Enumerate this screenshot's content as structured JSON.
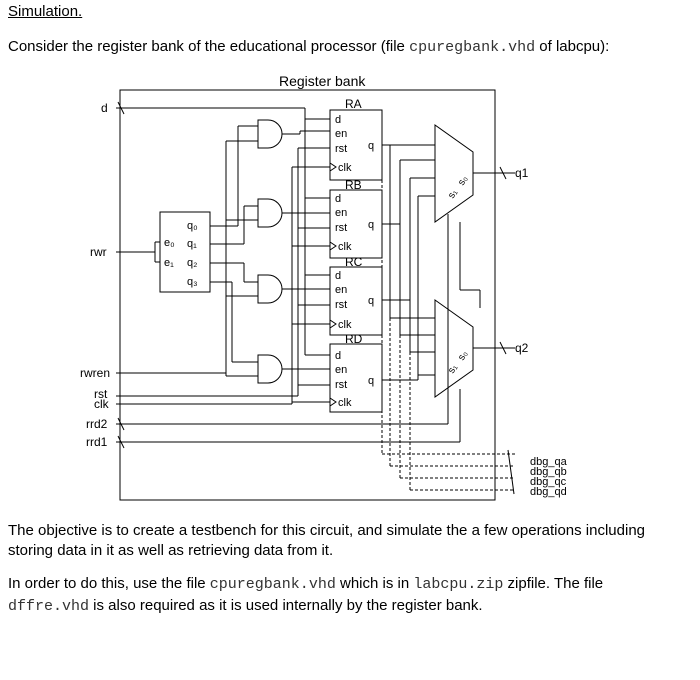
{
  "heading": "Simulation.",
  "intro": {
    "before": "Consider the register bank of the educational processor (file ",
    "file": "cpuregbank.vhd",
    "after": " of labcpu):"
  },
  "diagram": {
    "title": "Register bank",
    "inputs": {
      "d": "d",
      "rwr": "rwr",
      "rwren": "rwren",
      "rst": "rst",
      "clk": "clk",
      "rrd2": "rrd2",
      "rrd1": "rrd1"
    },
    "registers": [
      {
        "name": "RA",
        "d": "d",
        "en": "en",
        "rst": "rst",
        "q": "q",
        "clk": "clk"
      },
      {
        "name": "RB",
        "d": "d",
        "en": "en",
        "rst": "rst",
        "q": "q",
        "clk": "clk"
      },
      {
        "name": "RC",
        "d": "d",
        "en": "en",
        "rst": "rst",
        "q": "q",
        "clk": "clk"
      },
      {
        "name": "RD",
        "d": "d",
        "en": "en",
        "rst": "rst",
        "q": "q",
        "clk": "clk"
      }
    ],
    "decoder": {
      "outputs": [
        "q₀",
        "q₁",
        "q₂",
        "q₃"
      ],
      "inputs": [
        "e₀",
        "e₁"
      ]
    },
    "mux_select": {
      "s1": "s₁",
      "s0": "s₀"
    },
    "outputs": {
      "q1": "q1",
      "q2": "q2"
    },
    "debug_outputs": [
      "dbg_qa",
      "dbg_qb",
      "dbg_qc",
      "dbg_qd"
    ]
  },
  "paragraph1": "The objective is to create a testbench for this circuit, and simulate the a few operations including storing data in it as well as retrieving data from it.",
  "paragraph2": {
    "t1": "In order to do this, use the file ",
    "f1": "cpuregbank.vhd",
    "t2": " which is in ",
    "f2": "labcpu.zip",
    "t3": " zipfile. The file ",
    "f3": "dffre.vhd",
    "t4": " is also required as it is used internally by the register bank."
  }
}
